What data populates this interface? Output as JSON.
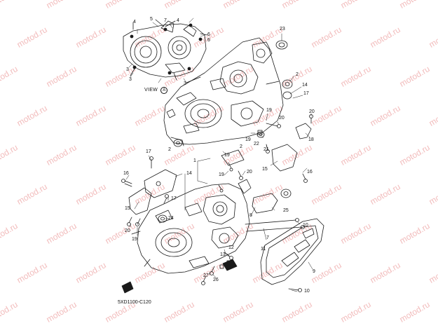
{
  "watermark": "motod.ru",
  "view_label": "VIEW",
  "view_letter": "A",
  "diagram_code": "5XD1100-C120",
  "callouts": [
    "1",
    "2",
    "3",
    "4",
    "5",
    "6",
    "7",
    "8",
    "9",
    "10",
    "11",
    "12",
    "13",
    "14",
    "15",
    "16",
    "17",
    "18",
    "19",
    "20",
    "21",
    "22",
    "23",
    "24",
    "25",
    "26",
    "27"
  ],
  "colors": {
    "line": "#1a1a1a",
    "watermark": "#f2bcbc",
    "background": "#ffffff"
  },
  "icons": [
    "crankcase-left-half",
    "crankcase-right-half",
    "crankcase-cover",
    "view-a-detail",
    "bearing",
    "bolt",
    "dowel-pin",
    "oil-seal",
    "front-arrow"
  ]
}
